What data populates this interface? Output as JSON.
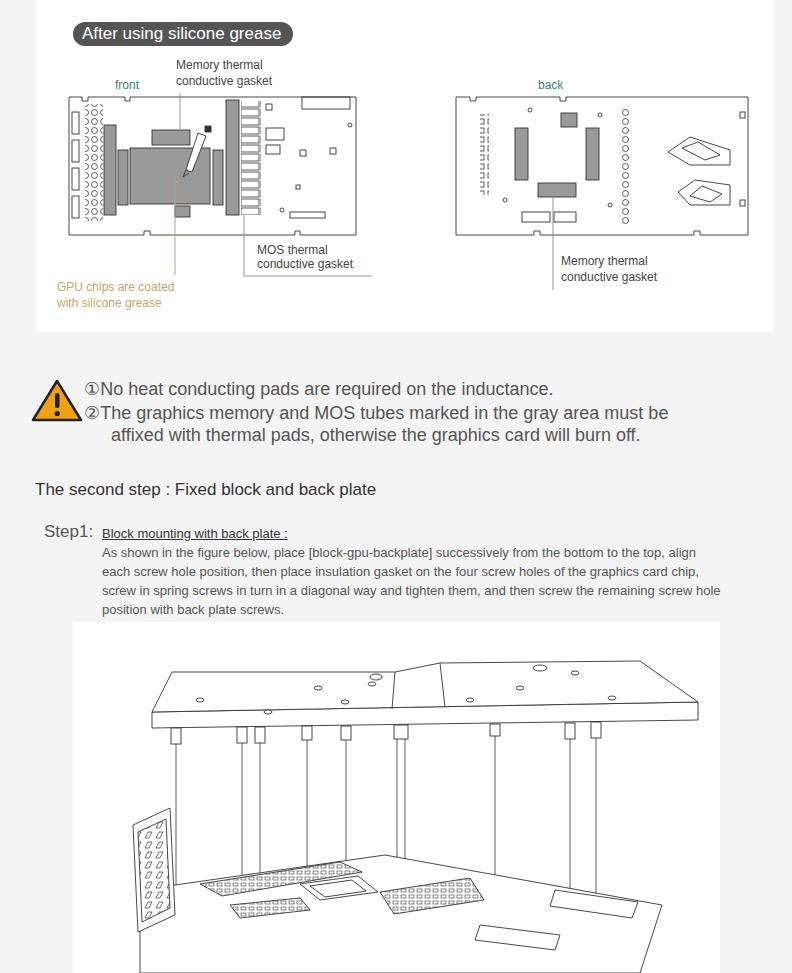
{
  "diagram": {
    "nodes": [
      {
        "text": [
          "After using silicone grease"
        ]
      }
    ],
    "labels": [
      "front",
      "Memory thermal conductive gasket",
      "back",
      "GPU chips are coated with silicone grease",
      "MOS thermal conductive gasket",
      "Memory thermal conductive gasket",
      "①No heat conducting pads are required on the inductance.",
      "②The graphics memory and MOS tubes marked in the gray area must be affixed with thermal pads, otherwise the graphics card will burn off.",
      "The second step : Fixed block and back plate",
      "Step1:",
      "Block mounting with back plate :",
      "As shown in the figure below, place [block-gpu-backplate] successively from the bottom to the top, align each screw hole position, then place insulation gasket on the four screw holes of the graphics card chip, screw in spring screws in turn in a diagonal way and tighten them, and then screw the remaining screw hole position with back plate screws."
    ]
  }
}
